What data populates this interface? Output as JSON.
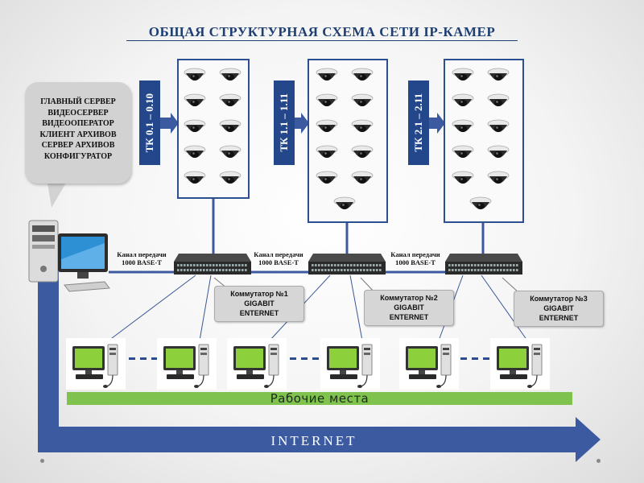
{
  "title": "ОБЩАЯ СТРУКТУРНАЯ СХЕМА СЕТИ IP-КАМЕР",
  "server_bubble": {
    "lines": [
      "ГЛАВНЫЙ СЕРВЕР",
      "ВИДЕОСЕРВЕР",
      "ВИДЕООПЕРАТОР",
      "КЛИЕНТ АРХИВОВ",
      "СЕРВЕР АРХИВОВ",
      "КОНФИГУРАТОР"
    ]
  },
  "camera_groups": [
    {
      "label": "ТК 0.1 – 0.10",
      "cameras": 10
    },
    {
      "label": "ТК 1.1 – 1.11",
      "cameras": 11
    },
    {
      "label": "ТК 2.1 – 2.11",
      "cameras": 11
    }
  ],
  "channels": [
    {
      "line1": "Канал передачи",
      "line2": "1000 BASE-T"
    },
    {
      "line1": "Канал передачи",
      "line2": "1000 BASE-T"
    },
    {
      "line1": "Канал передачи",
      "line2": "1000 BASE-T"
    }
  ],
  "switches": [
    {
      "line1": "Коммутатор №1",
      "line2": "GIGABIT",
      "line3": "ENTERNET"
    },
    {
      "line1": "Коммутатор №2",
      "line2": "GIGABIT",
      "line3": "ENTERNET"
    },
    {
      "line1": "Коммутатор №3",
      "line2": "GIGABIT",
      "line3": "ENTERNET"
    }
  ],
  "workplaces_label": "Рабочие места",
  "internet_label": "INTERNET",
  "colors": {
    "title": "#1f3f73",
    "tk_band": "#23478a",
    "internet_arrow": "#3c5aa0",
    "workplaces_bar": "#7fc24d"
  }
}
